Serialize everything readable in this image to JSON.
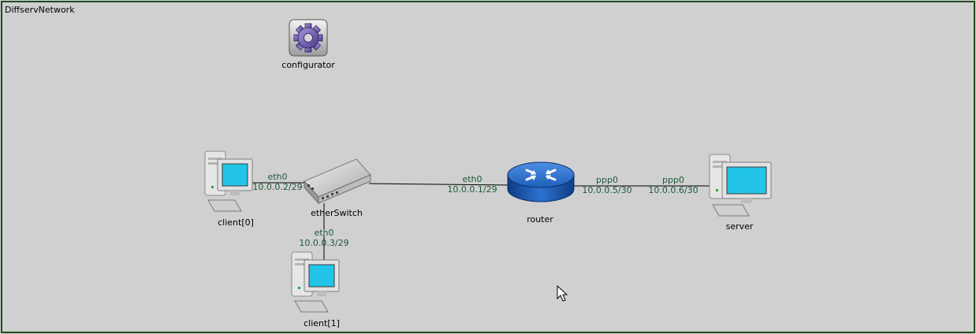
{
  "network": {
    "title": "DiffservNetwork"
  },
  "nodes": {
    "configurator": {
      "label": "configurator",
      "icon": "gear-icon"
    },
    "client0": {
      "label": "client[0]",
      "icon": "desktop-computer-icon"
    },
    "client1": {
      "label": "client[1]",
      "icon": "desktop-computer-icon"
    },
    "etherSwitch": {
      "label": "etherSwitch",
      "icon": "ethernet-switch-icon"
    },
    "router": {
      "label": "router",
      "icon": "router-icon"
    },
    "server": {
      "label": "server",
      "icon": "desktop-computer-icon"
    }
  },
  "interfaces": {
    "client0_eth0": {
      "name": "eth0",
      "address": "10.0.0.2/29"
    },
    "client1_eth0": {
      "name": "eth0",
      "address": "10.0.0.3/29"
    },
    "router_eth0": {
      "name": "eth0",
      "address": "10.0.0.1/29"
    },
    "router_ppp0": {
      "name": "ppp0",
      "address": "10.0.0.5/30"
    },
    "server_ppp0": {
      "name": "ppp0",
      "address": "10.0.0.6/30"
    }
  },
  "colors": {
    "canvas": "#d0d0d0",
    "border": "#1f4b1f",
    "address_text": "#1d5a3a",
    "router_blue": "#1f5fb8",
    "screen_cyan": "#22c4e8"
  }
}
